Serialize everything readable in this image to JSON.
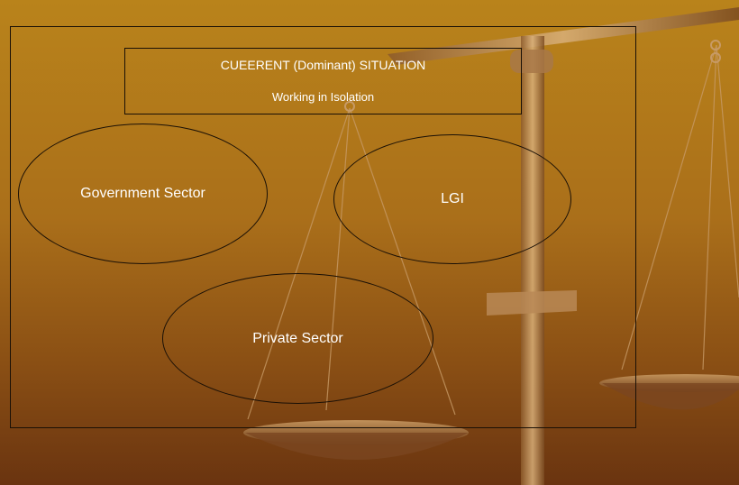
{
  "header": {
    "title": "CUEERENT (Dominant)  SITUATION",
    "subtitle": "Working in Isolation"
  },
  "nodes": {
    "government": "Government Sector",
    "lgi": "LGI",
    "private": "Private Sector"
  }
}
